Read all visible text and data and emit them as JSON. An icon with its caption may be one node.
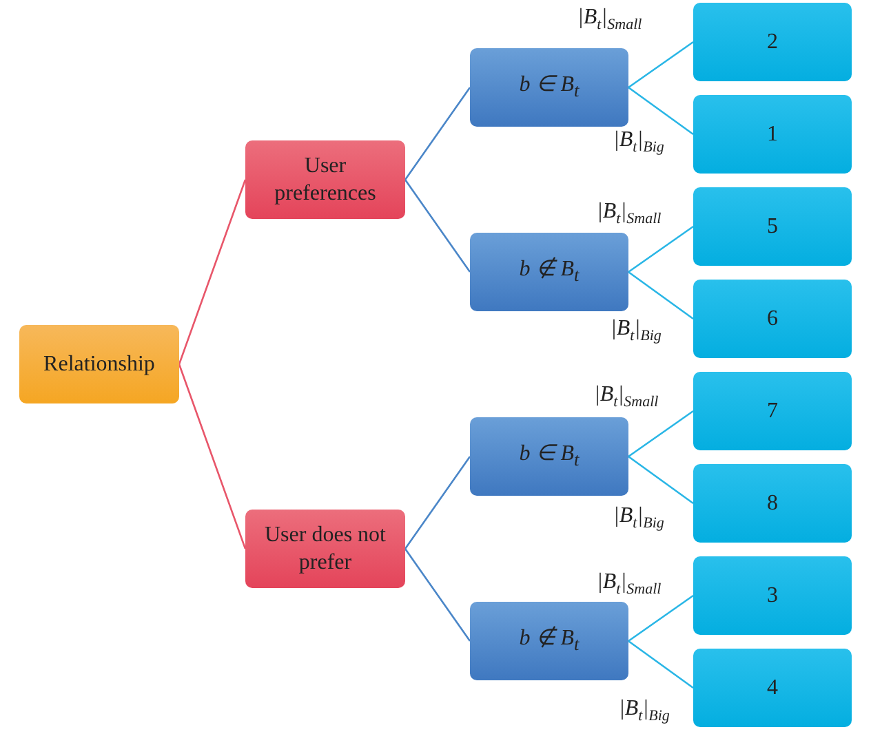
{
  "diagram": {
    "nodes": [
      {
        "text": [
          "Relationship"
        ]
      },
      {
        "text": [
          "User preferences"
        ]
      },
      {
        "text": [
          "b ∈ B$_{t}$"
        ]
      },
      {
        "text": [
          "2"
        ]
      },
      {
        "text": [
          "1"
        ]
      },
      {
        "text": [
          "b ∉ B$_{t}$"
        ]
      },
      {
        "text": [
          "5"
        ]
      },
      {
        "text": [
          "6"
        ]
      },
      {
        "text": [
          "User does not prefer"
        ]
      },
      {
        "text": [
          "b ∈ B$_{t}$"
        ]
      },
      {
        "text": [
          "7"
        ]
      },
      {
        "text": [
          "8"
        ]
      },
      {
        "text": [
          "b ∉ B$_{t}$"
        ]
      },
      {
        "text": [
          "3"
        ]
      },
      {
        "text": [
          "4"
        ]
      }
    ],
    "edges": [
      {
        "from": 0,
        "to": 1,
        "arrow": "none",
        "color": "#e8566a"
      },
      {
        "from": 0,
        "to": 8,
        "arrow": "none",
        "color": "#e8566a"
      },
      {
        "from": 1,
        "to": 2,
        "arrow": "none",
        "color": "#4a86c8"
      },
      {
        "from": 1,
        "to": 5,
        "arrow": "none",
        "color": "#4a86c8"
      },
      {
        "from": 8,
        "to": 9,
        "arrow": "none",
        "color": "#4a86c8"
      },
      {
        "from": 8,
        "to": 12,
        "arrow": "none",
        "color": "#4a86c8"
      },
      {
        "from": 2,
        "to": 3,
        "arrow": "none",
        "label": "|B$_{t}$|$_{Small}$"
      },
      {
        "from": 2,
        "to": 4,
        "arrow": "none",
        "label": "|B$_{t}$|$_{Big}$"
      },
      {
        "from": 5,
        "to": 6,
        "arrow": "none",
        "label": "|B$_{t}$|$_{Small}$"
      },
      {
        "from": 5,
        "to": 7,
        "arrow": "none",
        "label": "|B$_{t}$|$_{Big}$"
      },
      {
        "from": 9,
        "to": 10,
        "arrow": "none",
        "label": "|B$_{t}$|$_{Small}$"
      },
      {
        "from": 9,
        "to": 11,
        "arrow": "none",
        "label": "|B$_{t}$|$_{Big}$"
      },
      {
        "from": 12,
        "to": 13,
        "arrow": "none",
        "label": "|B$_{t}$|$_{Small}$"
      },
      {
        "from": 12,
        "to": 14,
        "arrow": "none",
        "label": "|B$_{t}$|$_{Big}$"
      }
    ]
  }
}
